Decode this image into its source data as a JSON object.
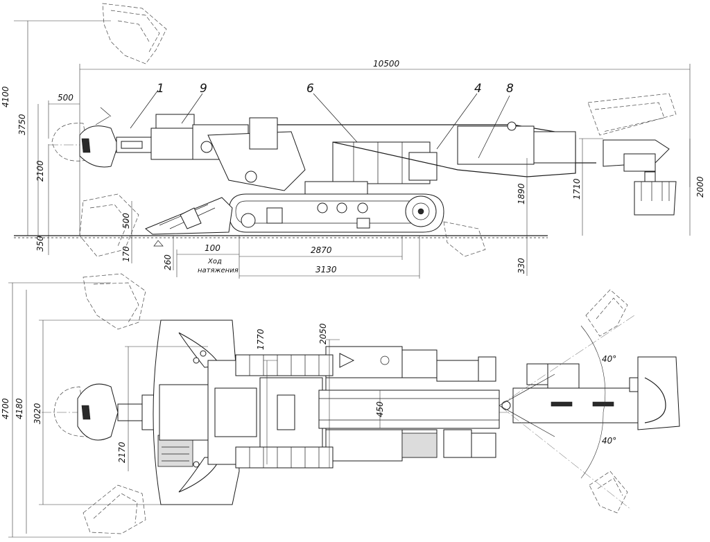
{
  "drawing": {
    "callouts": [
      "1",
      "9",
      "6",
      "4",
      "8"
    ],
    "side_view_dimensions": {
      "overall_length": "10500",
      "offset_500": "500",
      "height_4100": "4100",
      "height_3750": "3750",
      "height_2100": "2100",
      "below_350": "350",
      "front_500": "500",
      "front_170": "170",
      "front_260": "260",
      "tension_100": "100",
      "tension_label": "Ход натяжения",
      "tension_label_line1": "Ход",
      "tension_label_line2": "натяжения",
      "track_2870": "2870",
      "track_3130": "3130",
      "height_1890": "1890",
      "height_1710": "1710",
      "height_2000": "2000",
      "below_330": "330"
    },
    "top_view_dimensions": {
      "width_4700": "4700",
      "width_4180": "4180",
      "width_3020": "3020",
      "width_2170": "2170",
      "width_1770": "1770",
      "width_2050": "2050",
      "conveyor_450": "450",
      "angle_upper": "40°",
      "angle_lower": "40°"
    }
  }
}
